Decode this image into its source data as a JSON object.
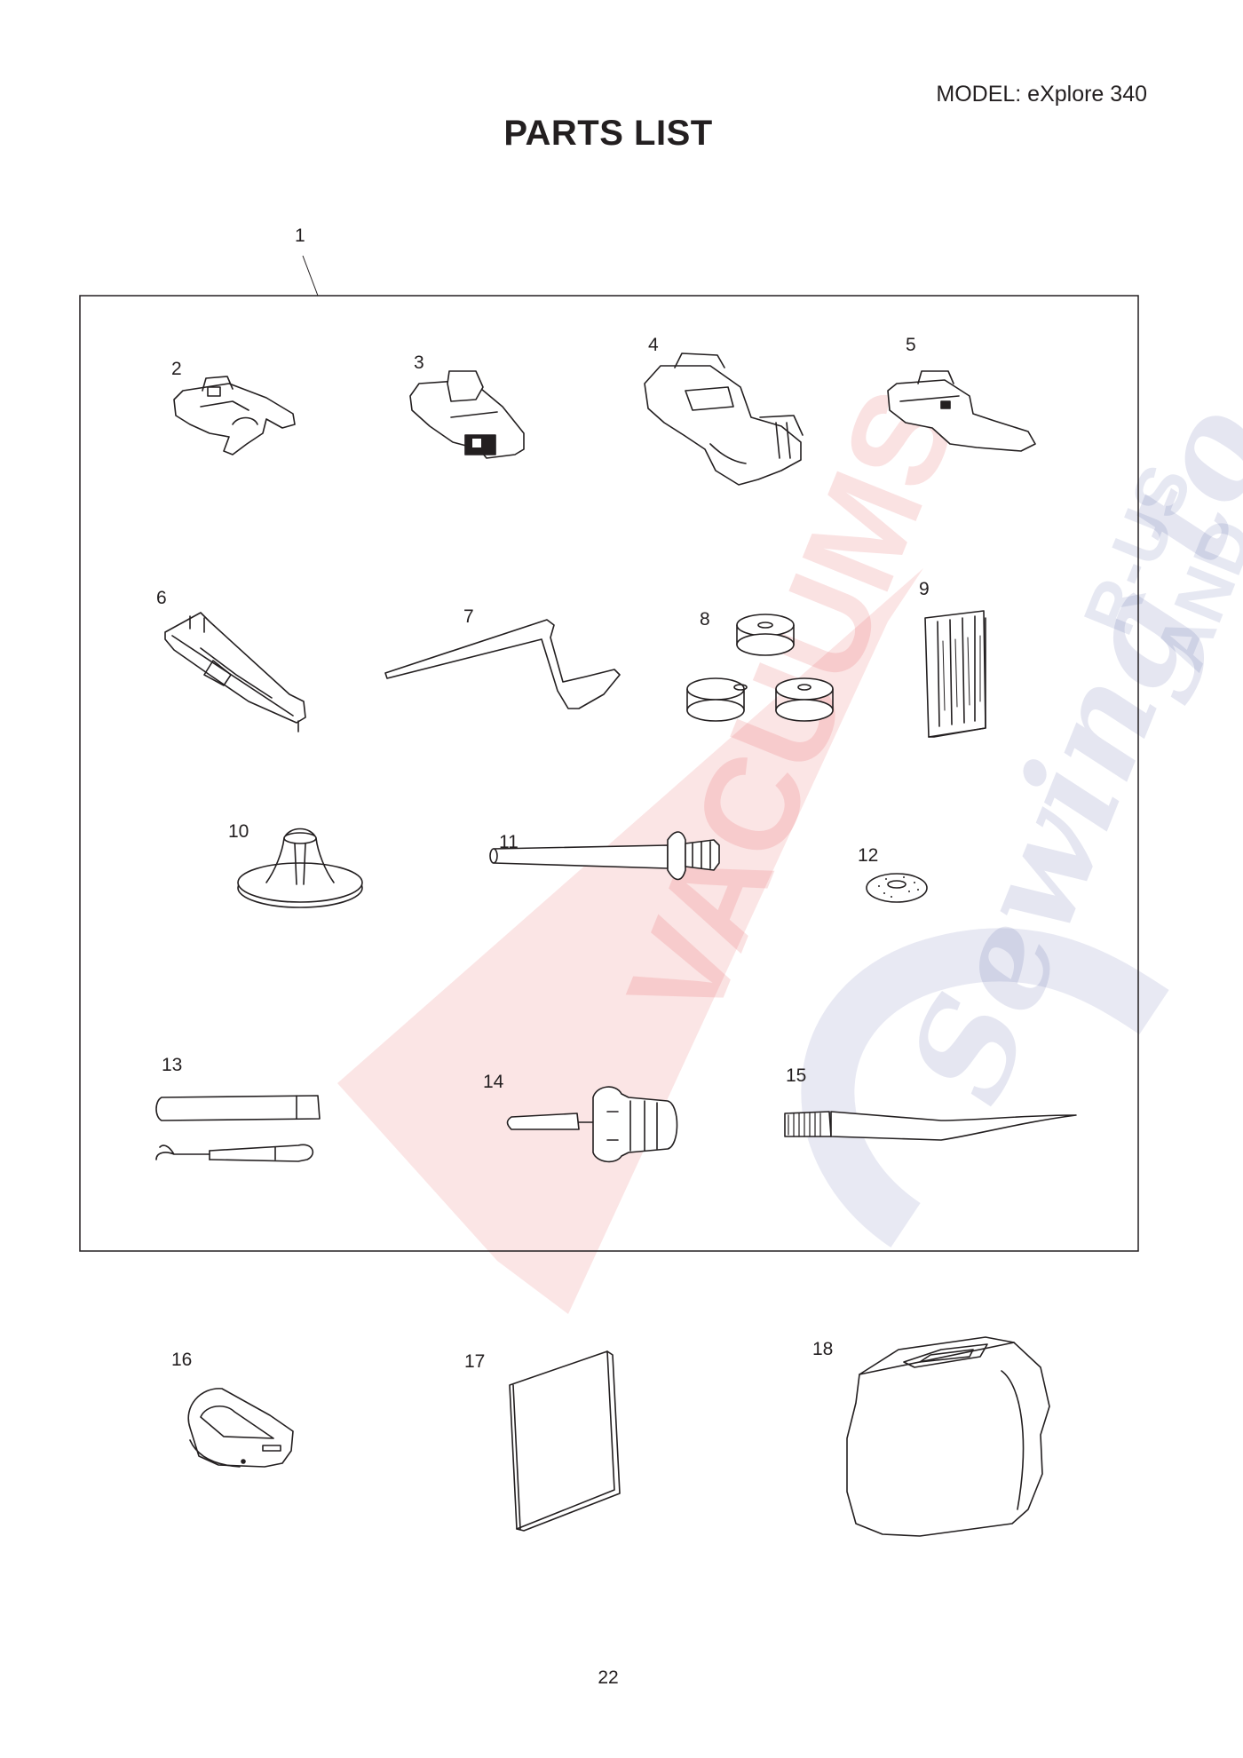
{
  "header": {
    "model": "MODEL: eXplore 340",
    "title": "PARTS LIST"
  },
  "parts": {
    "p1": "1",
    "p2": "2",
    "p3": "3",
    "p4": "4",
    "p5": "5",
    "p6": "6",
    "p7": "7",
    "p8": "8",
    "p9": "9",
    "p10": "10",
    "p11": "11",
    "p12": "12",
    "p13": "13",
    "p14": "14",
    "p15": "15",
    "p16": "16",
    "p17": "17",
    "p18": "18"
  },
  "watermark": {
    "text": "VACUUMS R-US AND Sewing to",
    "colors": {
      "v": "#e0262b",
      "text": "#1a2a86"
    }
  },
  "footer": {
    "page_number": "22"
  }
}
